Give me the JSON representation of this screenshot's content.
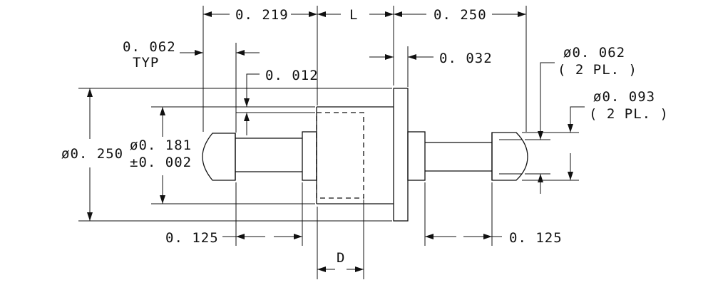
{
  "dims": {
    "d0219": "0. 219",
    "dL": "L",
    "d0250": "0. 250",
    "d0062": "0. 062",
    "typ": "TYP",
    "d0032": "0. 032",
    "d0012": "0. 012",
    "dia0062": "ø0. 062",
    "pl2a": "( 2  PL. )",
    "dia0093": "ø0. 093",
    "pl2b": "( 2  PL. )",
    "dia0250": "ø0. 250",
    "dia0181": "ø0. 181",
    "tol": "±0. 002",
    "d0125L": "0. 125",
    "d0125R": "0. 125",
    "dD": "D"
  }
}
